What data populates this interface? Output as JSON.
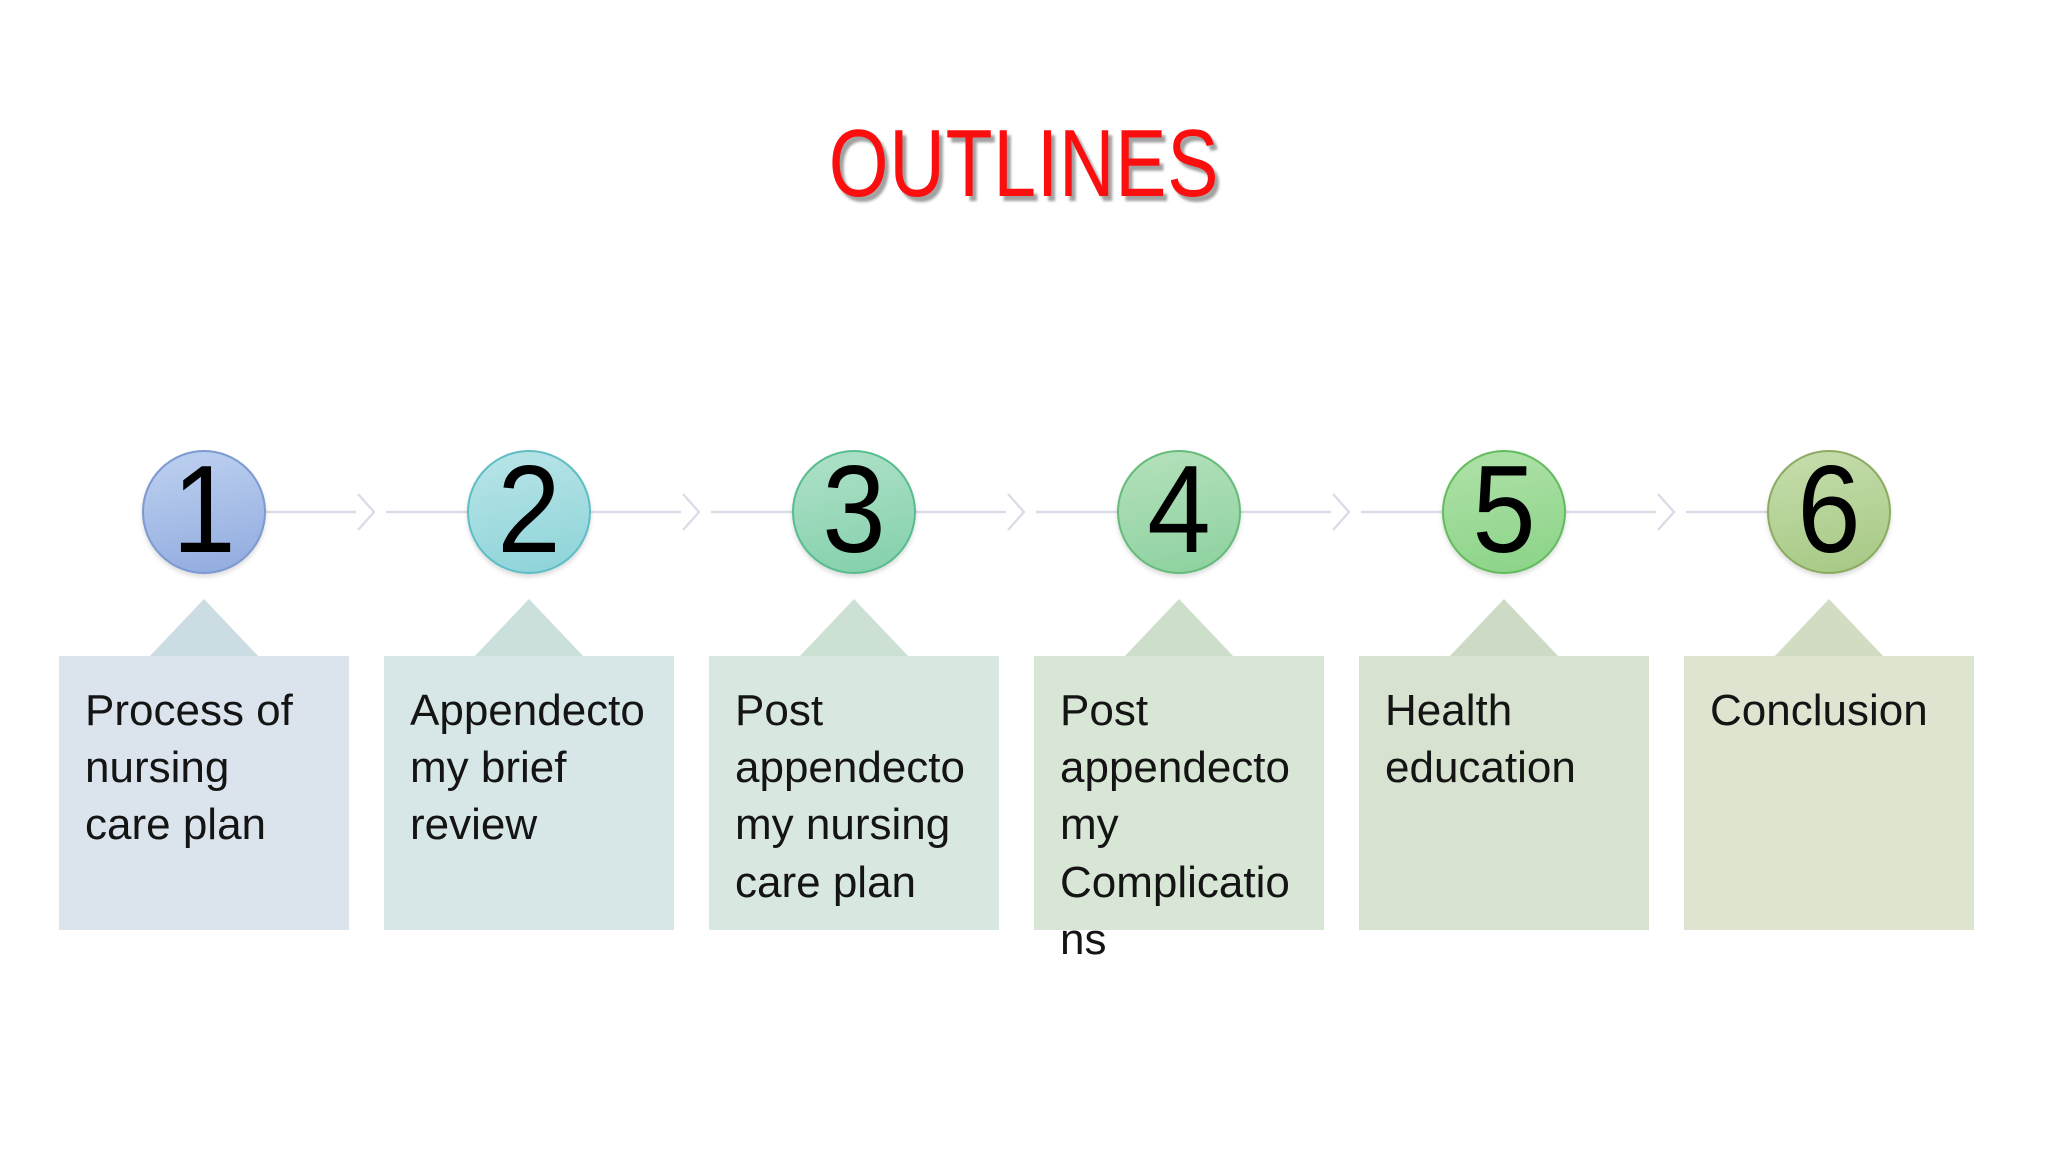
{
  "title": {
    "text": "OUTLINES",
    "color": "#fb0e0e"
  },
  "connector_color": "#d8dde7",
  "steps": [
    {
      "number": "1",
      "label": "Process of nursing care plan",
      "colors": {
        "circle_top": "#b9cdee",
        "circle_bottom": "#92acdf",
        "circle_border": "#7d99d2",
        "box": "#dbe4ed",
        "tab": "#ccdce3"
      }
    },
    {
      "number": "2",
      "label": "Appendectomy brief review",
      "colors": {
        "circle_top": "#b4e3e6",
        "circle_bottom": "#8ed4d9",
        "circle_border": "#5fbdc5",
        "box": "#d7e7e7",
        "tab": "#cbdfdd"
      }
    },
    {
      "number": "3",
      "label": "Post appendectomy nursing care plan",
      "colors": {
        "circle_top": "#aadfc5",
        "circle_bottom": "#85d1ac",
        "circle_border": "#57bd8e",
        "box": "#d8e7df",
        "tab": "#cce0d4"
      }
    },
    {
      "number": "4",
      "label": "Post appendectomy Complications",
      "colors": {
        "circle_top": "#b0dfb8",
        "circle_bottom": "#8ed2a0",
        "circle_border": "#65bb79",
        "box": "#d8e6d6",
        "tab": "#cddfca"
      }
    },
    {
      "number": "5",
      "label": "Health education",
      "colors": {
        "circle_top": "#abe0a5",
        "circle_bottom": "#8cd488",
        "circle_border": "#62bc5e",
        "box": "#d7e3d0",
        "tab": "#ccdac6"
      }
    },
    {
      "number": "6",
      "label": "Conclusion",
      "colors": {
        "circle_top": "#c2dba8",
        "circle_bottom": "#a7c985",
        "circle_border": "#8cab61",
        "box": "#dde5d1",
        "tab": "#d2dcc2"
      }
    }
  ]
}
